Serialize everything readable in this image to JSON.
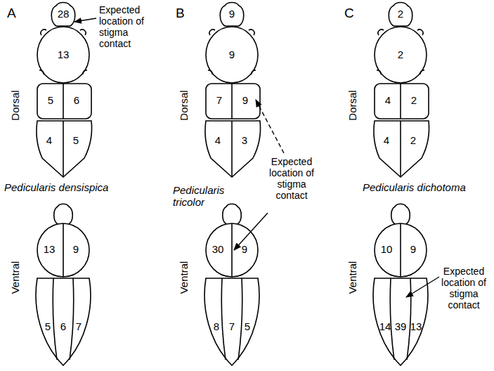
{
  "diagram": {
    "labels": [
      "A",
      "Dorsal",
      "28",
      "13",
      "5",
      "6",
      "4",
      "5",
      "Expected location of stigma contact",
      "Pedicularis densispica",
      "Ventral",
      "13",
      "9",
      "5",
      "6",
      "7",
      "B",
      "Dorsal",
      "9",
      "9",
      "7",
      "9",
      "4",
      "3",
      "Expected location of stigma contact",
      "Pedicularis tricolor",
      "Ventral",
      "30",
      "9",
      "8",
      "7",
      "5",
      "C",
      "Dorsal",
      "2",
      "2",
      "4",
      "2",
      "4",
      "2",
      "Pedicularis dichotoma",
      "Ventral",
      "10",
      "9",
      "14",
      "39",
      "13",
      "Expected location of stigma contact"
    ]
  }
}
